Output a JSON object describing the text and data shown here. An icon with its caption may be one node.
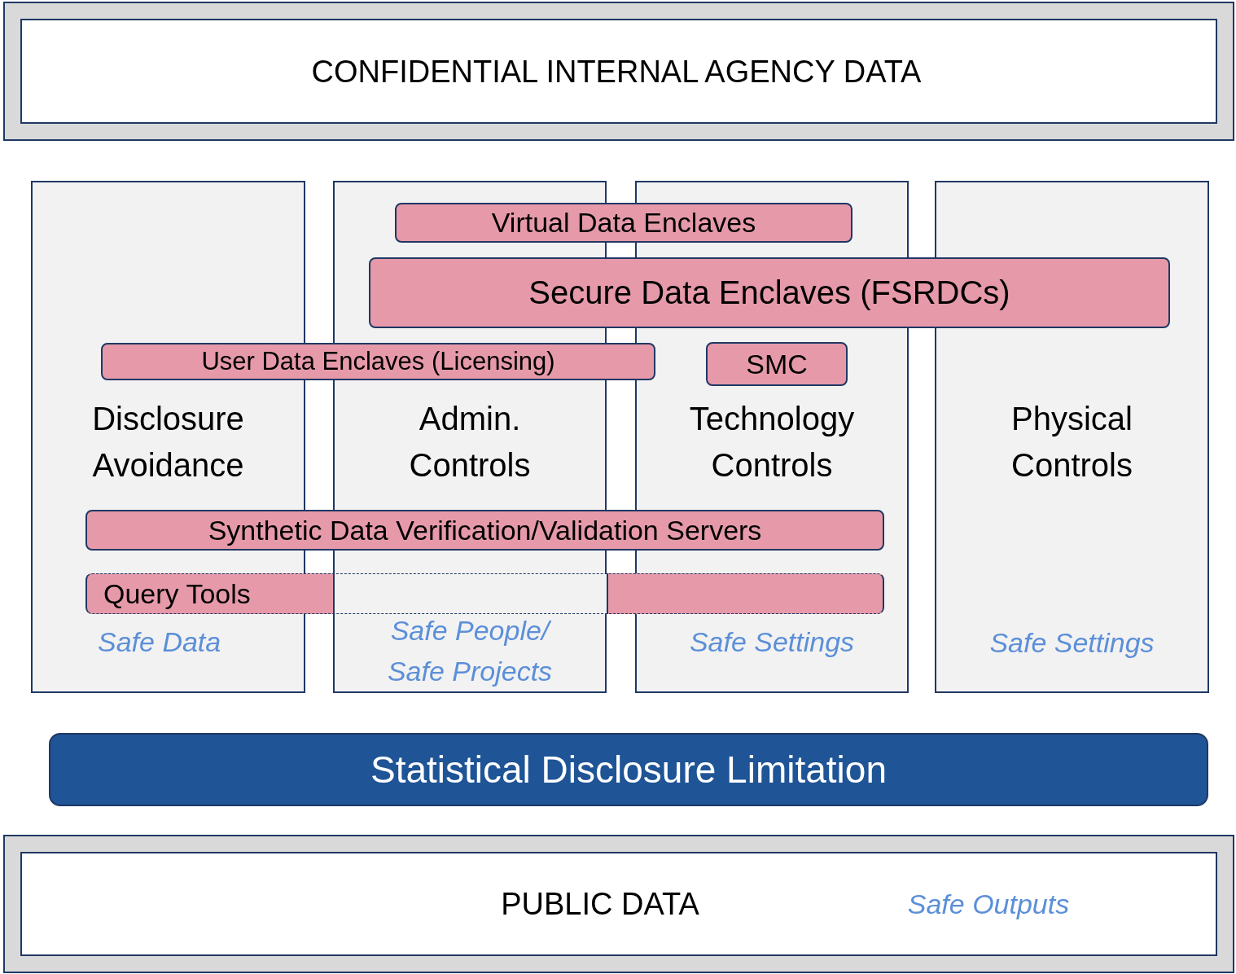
{
  "diagram": {
    "nodes": [
      {
        "text": [
          "CONFIDENTIAL INTERNAL AGENCY DATA"
        ]
      },
      {
        "text": [
          "Disclosure Avoidance",
          "Safe Data"
        ]
      },
      {
        "text": [
          "Admin. Controls",
          "Safe People/ Safe Projects"
        ]
      },
      {
        "text": [
          "Technology Controls",
          "Safe Settings"
        ]
      },
      {
        "text": [
          "Physical Controls",
          "Safe Settings"
        ]
      },
      {
        "text": [
          "Virtual Data Enclaves"
        ]
      },
      {
        "text": [
          "Secure Data Enclaves (FSRDCs)"
        ]
      },
      {
        "text": [
          "User Data Enclaves (Licensing)"
        ]
      },
      {
        "text": [
          "SMC"
        ],
        "in": 3
      },
      {
        "text": [
          "Synthetic Data Verification/Validation Servers"
        ]
      },
      {
        "text": [
          "Query Tools"
        ]
      },
      {
        "text": [
          "Statistical Disclosure Limitation"
        ]
      },
      {
        "text": [
          "PUBLIC DATA",
          "Safe Outputs"
        ]
      }
    ]
  }
}
